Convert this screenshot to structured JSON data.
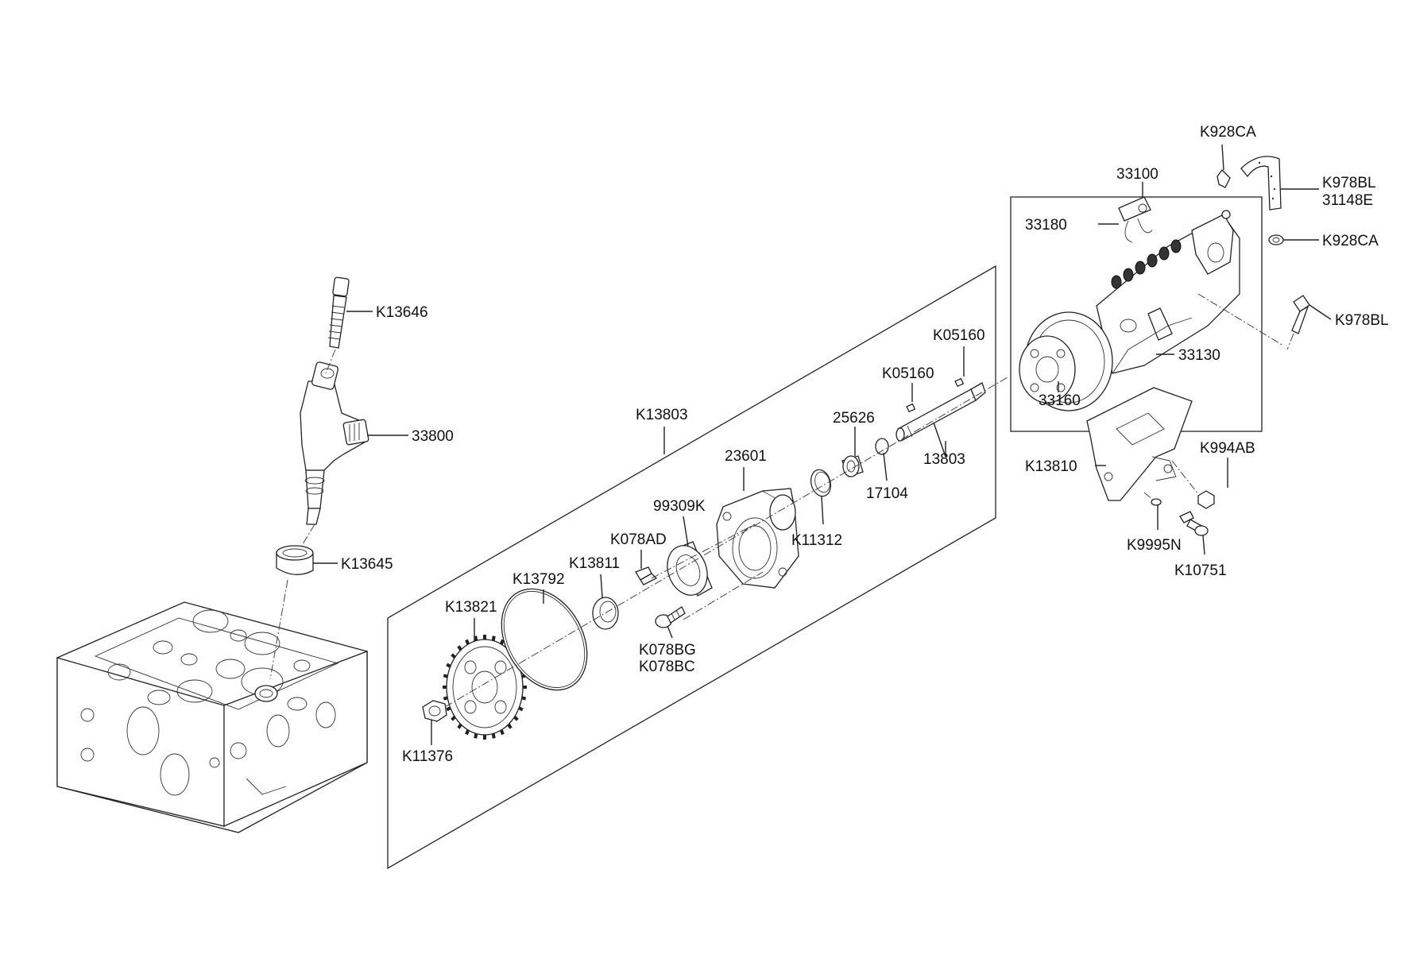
{
  "labels": {
    "k928ca_top": "K928CA",
    "p33100": "33100",
    "k978bl_hose": "K978BL",
    "p31148e": "31148E",
    "p33180": "33180",
    "k928ca_bottom": "K928CA",
    "k978bl_right": "K978BL",
    "k13646": "K13646",
    "k05160_a": "K05160",
    "k05160_b": "K05160",
    "p33130": "33130",
    "p33160": "33160",
    "k13803_frame": "K13803",
    "p25626": "25626",
    "p33800": "33800",
    "p23601": "23601",
    "p13803": "13803",
    "k13810": "K13810",
    "k994ab": "K994AB",
    "p17104": "17104",
    "p99309k": "99309K",
    "k078ad": "K078AD",
    "k11312": "K11312",
    "k13811": "K13811",
    "k13792": "K13792",
    "k13645": "K13645",
    "k9995n": "K9995N",
    "k10751": "K10751",
    "k13821": "K13821",
    "k078bg": "K078BG",
    "k078bc": "K078BC",
    "k11376": "K11376"
  }
}
